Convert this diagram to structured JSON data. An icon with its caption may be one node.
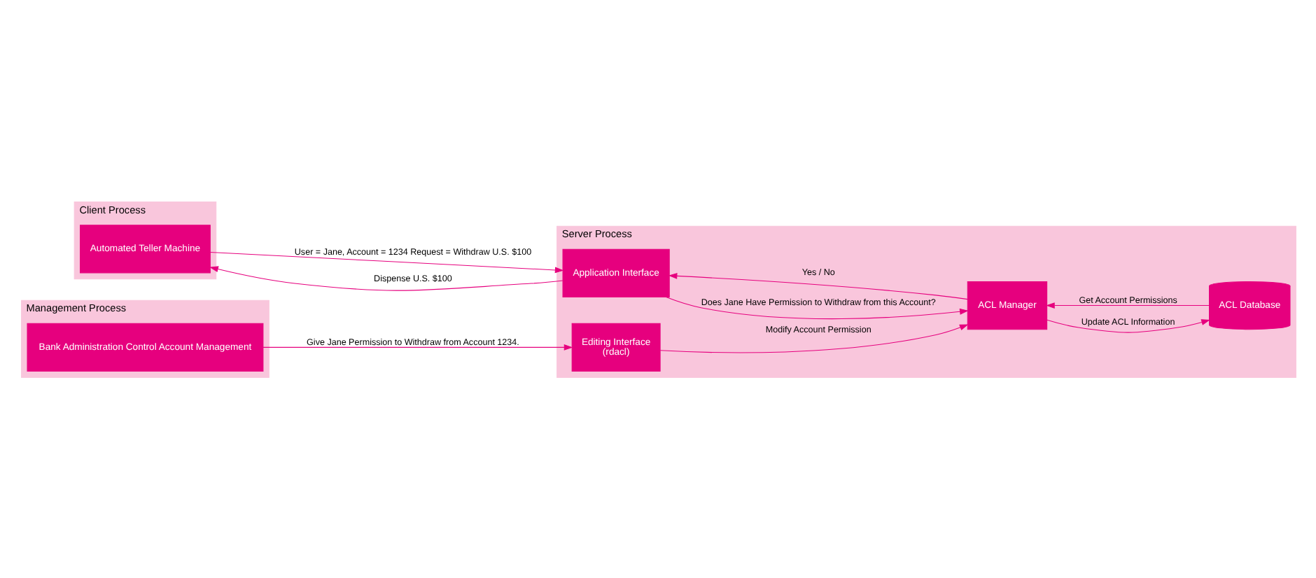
{
  "diagram": {
    "nodes": [
      {
        "text": [
          "Client Process"
        ]
      },
      {
        "text": [
          "Automated Teller Machine"
        ],
        "in": 0
      },
      {
        "text": [
          "Management Process"
        ]
      },
      {
        "text": [
          "Bank Administration Control Account Management"
        ],
        "in": 2
      },
      {
        "text": [
          "Server Process"
        ]
      },
      {
        "text": [
          "Application Interface"
        ],
        "in": 4
      },
      {
        "text": [
          "Editing Interface",
          "(rdacl)"
        ],
        "in": 4
      },
      {
        "text": [
          "ACL Manager"
        ],
        "in": 4
      },
      {
        "text": [
          "ACL Database"
        ],
        "in": 4
      }
    ],
    "edges": [
      {
        "from": 5,
        "to": 1,
        "arrow": "to",
        "label": "Dispense U.S. $100"
      },
      {
        "from": 1,
        "to": 5,
        "arrow": "to",
        "label": "User = Jane, Account = 1234 Request = Withdraw U.S. $100"
      },
      {
        "from": 5,
        "to": 7,
        "arrow": "to",
        "label": "Does Jane Have Permission to Withdraw from this Account?"
      },
      {
        "from": 7,
        "to": 5,
        "arrow": "to",
        "label": "Yes / No"
      },
      {
        "from": 3,
        "to": 6,
        "arrow": "to",
        "label": "Give Jane Permission to Withdraw from Account 1234."
      },
      {
        "from": 6,
        "to": 7,
        "arrow": "to",
        "label": "Modify Account Permission"
      },
      {
        "from": 7,
        "to": 8,
        "arrow": "to",
        "label": "Update ACL Information"
      },
      {
        "from": 8,
        "to": 7,
        "arrow": "to",
        "label": "Get Account Permissions"
      }
    ]
  }
}
